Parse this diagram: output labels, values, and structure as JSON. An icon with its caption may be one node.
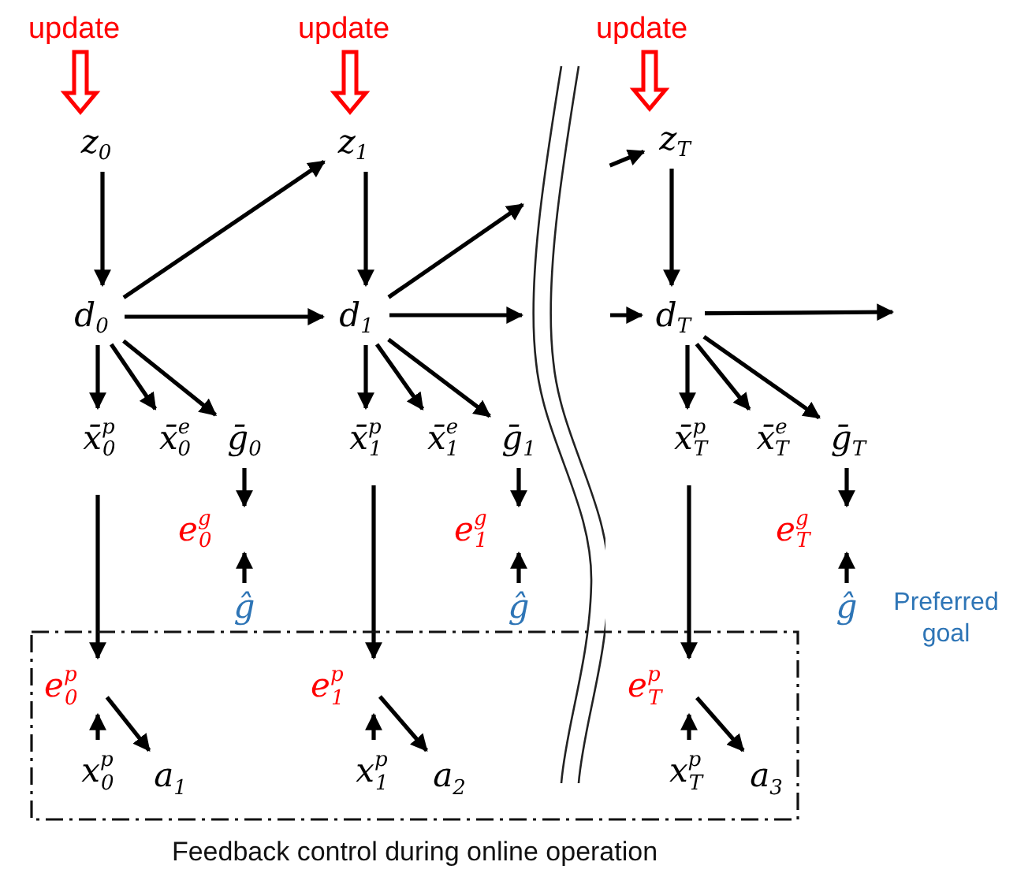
{
  "diagram": {
    "nodes": [
      {
        "text": [
          "update"
        ]
      },
      {
        "text": [
          "update"
        ]
      },
      {
        "text": [
          "update"
        ]
      },
      {
        "text": [
          "z$_{0}$"
        ]
      },
      {
        "text": [
          "z$_{1}$"
        ]
      },
      {
        "text": [
          "z$_{T}$"
        ]
      },
      {
        "text": [
          "d$_{0}$"
        ]
      },
      {
        "text": [
          "d$_{1}$"
        ]
      },
      {
        "text": [
          "d$_{T}$"
        ]
      },
      {
        "text": [
          "x̄$^{p}$$_{0}$"
        ]
      },
      {
        "text": [
          "x̄$^{e}$$_{0}$"
        ]
      },
      {
        "text": [
          "ḡ$_{0}$"
        ]
      },
      {
        "text": [
          "e$^{g}$$_{0}$"
        ]
      },
      {
        "text": [
          "ĝ"
        ]
      },
      {
        "text": [
          "x̄$^{p}$$_{1}$"
        ]
      },
      {
        "text": [
          "x̄$^{e}$$_{1}$"
        ]
      },
      {
        "text": [
          "ḡ$_{1}$"
        ]
      },
      {
        "text": [
          "e$^{g}$$_{1}$"
        ]
      },
      {
        "text": [
          "ĝ"
        ]
      },
      {
        "text": [
          "x̄$^{p}$$_{T}$"
        ]
      },
      {
        "text": [
          "x̄$^{e}$$_{T}$"
        ]
      },
      {
        "text": [
          "ḡ$_{T}$"
        ]
      },
      {
        "text": [
          "e$^{g}$$_{T}$"
        ]
      },
      {
        "text": [
          "ĝ"
        ],
        "beside": [
          "Preferred goal"
        ]
      },
      {
        "text": [
          "Feedback control during online operation"
        ]
      },
      {
        "text": [
          "e$^{p}$$_{0}$"
        ],
        "in": 24
      },
      {
        "text": [
          "x$^{p}$$_{0}$"
        ],
        "in": 24
      },
      {
        "text": [
          "a$_{1}$"
        ],
        "in": 24
      },
      {
        "text": [
          "e$^{p}$$_{1}$"
        ],
        "in": 24
      },
      {
        "text": [
          "x$^{p}$$_{1}$"
        ],
        "in": 24
      },
      {
        "text": [
          "a$_{2}$"
        ],
        "in": 24
      },
      {
        "text": [
          "e$^{p}$$_{T}$"
        ],
        "in": 24
      },
      {
        "text": [
          "x$^{p}$$_{T}$"
        ],
        "in": 24
      },
      {
        "text": [
          "a$_{3}$"
        ],
        "in": 24
      },
      {
        "text": [],
        "shape": "line"
      }
    ],
    "edges": [
      {
        "from": 0,
        "to": 3,
        "arrow": "to",
        "style": "thick",
        "color": "#ff0000"
      },
      {
        "from": 1,
        "to": 4,
        "arrow": "to",
        "style": "thick",
        "color": "#ff0000"
      },
      {
        "from": 2,
        "to": 5,
        "arrow": "to",
        "style": "thick",
        "color": "#ff0000"
      },
      {
        "from": 3,
        "to": 6,
        "arrow": "to"
      },
      {
        "from": 4,
        "to": 7,
        "arrow": "to"
      },
      {
        "from": 5,
        "to": 8,
        "arrow": "to"
      },
      {
        "from": 6,
        "to": 4,
        "arrow": "to"
      },
      {
        "from": 6,
        "to": 7,
        "arrow": "to"
      },
      {
        "from": 7,
        "to": 34,
        "arrow": "to"
      },
      {
        "from": 7,
        "to": 34,
        "arrow": "to"
      },
      {
        "from": 34,
        "to": 5,
        "arrow": "to"
      },
      {
        "from": 34,
        "to": 8,
        "arrow": "to"
      },
      {
        "from": 8,
        "to": null,
        "arrow": "to"
      },
      {
        "from": 6,
        "to": 9,
        "arrow": "to"
      },
      {
        "from": 6,
        "to": 10,
        "arrow": "to"
      },
      {
        "from": 6,
        "to": 11,
        "arrow": "to"
      },
      {
        "from": 7,
        "to": 14,
        "arrow": "to"
      },
      {
        "from": 7,
        "to": 15,
        "arrow": "to"
      },
      {
        "from": 7,
        "to": 16,
        "arrow": "to"
      },
      {
        "from": 8,
        "to": 19,
        "arrow": "to"
      },
      {
        "from": 8,
        "to": 20,
        "arrow": "to"
      },
      {
        "from": 8,
        "to": 21,
        "arrow": "to"
      },
      {
        "from": 11,
        "to": 12,
        "arrow": "to"
      },
      {
        "from": 13,
        "to": 12,
        "arrow": "to"
      },
      {
        "from": 16,
        "to": 17,
        "arrow": "to"
      },
      {
        "from": 18,
        "to": 17,
        "arrow": "to"
      },
      {
        "from": 21,
        "to": 22,
        "arrow": "to"
      },
      {
        "from": 23,
        "to": 22,
        "arrow": "to"
      },
      {
        "from": 9,
        "to": 25,
        "arrow": "to"
      },
      {
        "from": 26,
        "to": 25,
        "arrow": "to"
      },
      {
        "from": 25,
        "to": 27,
        "arrow": "to"
      },
      {
        "from": 14,
        "to": 28,
        "arrow": "to"
      },
      {
        "from": 29,
        "to": 28,
        "arrow": "to"
      },
      {
        "from": 28,
        "to": 30,
        "arrow": "to"
      },
      {
        "from": 19,
        "to": 31,
        "arrow": "to"
      },
      {
        "from": 32,
        "to": 31,
        "arrow": "to"
      },
      {
        "from": 31,
        "to": 33,
        "arrow": "to"
      }
    ]
  }
}
